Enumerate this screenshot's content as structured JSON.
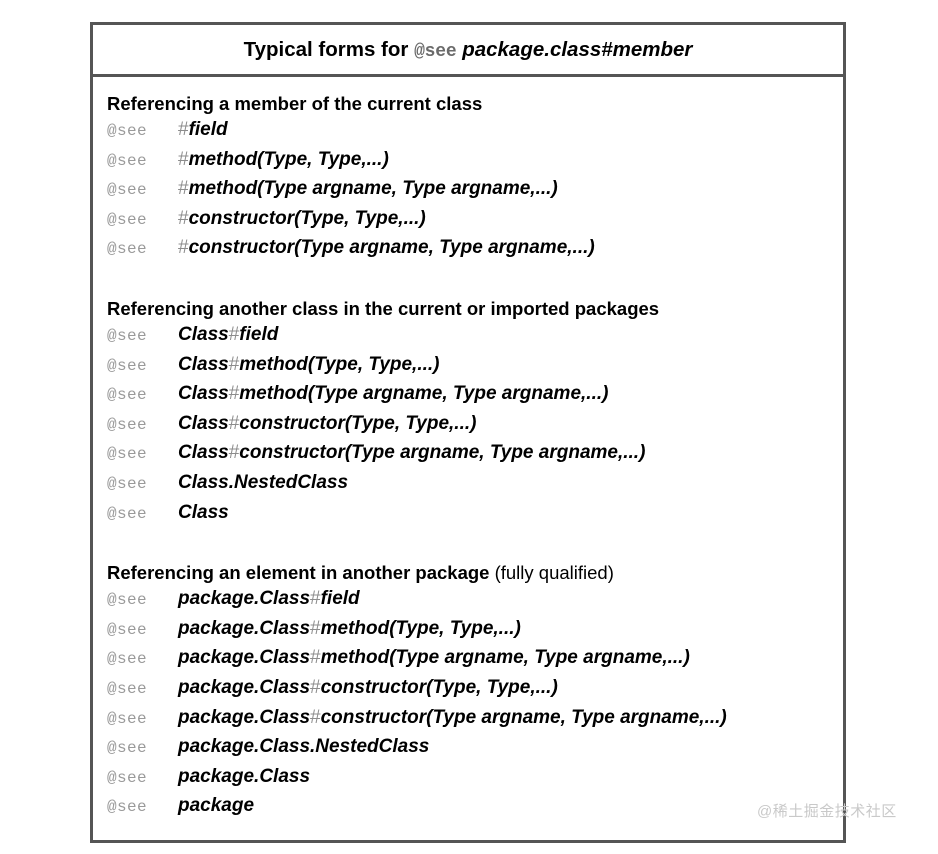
{
  "card": {
    "title": {
      "prefix": "Typical forms for ",
      "tag": "@see",
      "space": " ",
      "target": "package.class#member"
    },
    "sections": [
      {
        "heading": "Referencing a member of the current class",
        "note": "",
        "lines": [
          {
            "tag": "@see",
            "hash": "#",
            "ref": "field"
          },
          {
            "tag": "@see",
            "hash": "#",
            "ref": "method(Type, Type,...)"
          },
          {
            "tag": "@see",
            "hash": "#",
            "ref": "method(Type argname, Type argname,...)"
          },
          {
            "tag": "@see",
            "hash": "#",
            "ref": "constructor(Type, Type,...)"
          },
          {
            "tag": "@see",
            "hash": "#",
            "ref": "constructor(Type argname, Type argname,...)"
          }
        ]
      },
      {
        "heading": "Referencing another class in the current or imported packages",
        "note": "",
        "lines": [
          {
            "tag": "@see",
            "pre": "Class",
            "hash": "#",
            "ref": "field"
          },
          {
            "tag": "@see",
            "pre": "Class",
            "hash": "#",
            "ref": "method(Type, Type,...)"
          },
          {
            "tag": "@see",
            "pre": "Class",
            "hash": "#",
            "ref": "method(Type argname, Type argname,...)"
          },
          {
            "tag": "@see",
            "pre": "Class",
            "hash": "#",
            "ref": "constructor(Type, Type,...)"
          },
          {
            "tag": "@see",
            "pre": "Class",
            "hash": "#",
            "ref": "constructor(Type argname, Type argname,...)"
          },
          {
            "tag": "@see",
            "pre": "Class.NestedClass",
            "hash": "",
            "ref": ""
          },
          {
            "tag": "@see",
            "pre": "Class",
            "hash": "",
            "ref": ""
          }
        ]
      },
      {
        "heading": "Referencing an element in another package",
        "note": " (fully qualified)",
        "lines": [
          {
            "tag": "@see",
            "pre": "package.Class",
            "hash": "#",
            "ref": "field"
          },
          {
            "tag": "@see",
            "pre": "package.Class",
            "hash": "#",
            "ref": "method(Type, Type,...)"
          },
          {
            "tag": "@see",
            "pre": "package.Class",
            "hash": "#",
            "ref": "method(Type argname, Type argname,...)"
          },
          {
            "tag": "@see",
            "pre": "package.Class",
            "hash": "#",
            "ref": "constructor(Type, Type,...)"
          },
          {
            "tag": "@see",
            "pre": "package.Class",
            "hash": "#",
            "ref": "constructor(Type argname, Type argname,...)"
          },
          {
            "tag": "@see",
            "pre": "package.Class.NestedClass",
            "hash": "",
            "ref": ""
          },
          {
            "tag": "@see",
            "pre": "package.Class",
            "hash": "",
            "ref": ""
          },
          {
            "tag": "@see",
            "pre": "package",
            "hash": "",
            "ref": ""
          }
        ]
      }
    ]
  },
  "watermark": "@稀土掘金技术社区",
  "colors": {
    "border": "#555555",
    "tag_gray": "#9a9a9a",
    "hash_gray": "#8c8c8c",
    "text_black": "#000000",
    "watermark_gray": "#c9c9c9"
  }
}
